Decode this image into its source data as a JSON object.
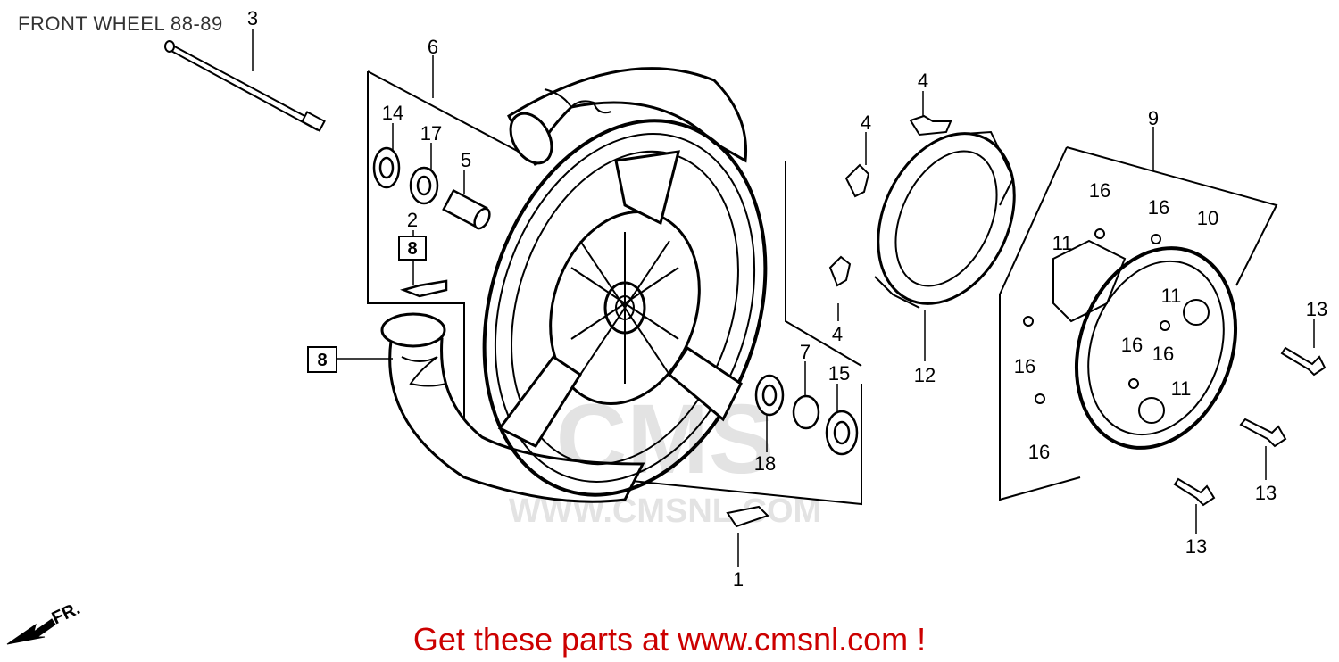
{
  "title": "FRONT WHEEL 88-89",
  "footer": "Get these parts at www.cmsnl.com !",
  "watermark": {
    "logo": "CMS",
    "url": "WWW.CMSNL.COM"
  },
  "direction_marker": "FR.",
  "colors": {
    "footer": "#cc0000",
    "line": "#000000",
    "watermark": "#e3e3e3"
  },
  "callouts": [
    {
      "id": "c3",
      "text": "3"
    },
    {
      "id": "c6",
      "text": "6"
    },
    {
      "id": "c14",
      "text": "14"
    },
    {
      "id": "c17",
      "text": "17"
    },
    {
      "id": "c5",
      "text": "5"
    },
    {
      "id": "c2",
      "text": "2"
    },
    {
      "id": "c8a",
      "text": "8",
      "boxed": true
    },
    {
      "id": "c8b",
      "text": "8",
      "boxed": true
    },
    {
      "id": "c4a",
      "text": "4"
    },
    {
      "id": "c4b",
      "text": "4"
    },
    {
      "id": "c4c",
      "text": "4"
    },
    {
      "id": "c7",
      "text": "7"
    },
    {
      "id": "c15",
      "text": "15"
    },
    {
      "id": "c18",
      "text": "18"
    },
    {
      "id": "c1",
      "text": "1"
    },
    {
      "id": "c12",
      "text": "12"
    },
    {
      "id": "c9",
      "text": "9"
    },
    {
      "id": "c16a",
      "text": "16"
    },
    {
      "id": "c16b",
      "text": "16"
    },
    {
      "id": "c16c",
      "text": "16"
    },
    {
      "id": "c16d",
      "text": "16"
    },
    {
      "id": "c16e",
      "text": "16"
    },
    {
      "id": "c16f",
      "text": "16"
    },
    {
      "id": "c10",
      "text": "10"
    },
    {
      "id": "c11a",
      "text": "11"
    },
    {
      "id": "c11b",
      "text": "11"
    },
    {
      "id": "c11c",
      "text": "11"
    },
    {
      "id": "c13a",
      "text": "13"
    },
    {
      "id": "c13b",
      "text": "13"
    },
    {
      "id": "c13c",
      "text": "13"
    }
  ]
}
